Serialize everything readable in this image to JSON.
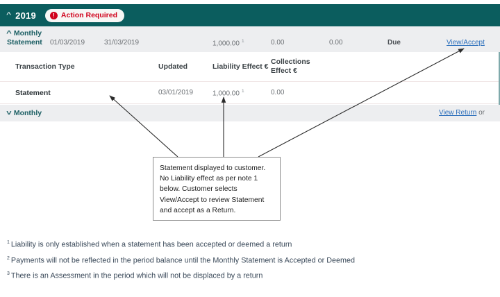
{
  "year_header": {
    "chevron": "chevron-up",
    "year": "2019",
    "badge": {
      "icon_glyph": "!",
      "label": "Action Required",
      "color": "#d0021b"
    },
    "bar_color": "#0b5d5e"
  },
  "summary_row": {
    "chevron": "chevron-up",
    "title_line1": "Monthly",
    "title_line2": "Statement",
    "period_start": "01/03/2019",
    "period_end": "31/03/2019",
    "liability_effect": "1,000.00",
    "liability_effect_sup": "1",
    "collections_effect": "0.00",
    "balance": "0.00",
    "status": "Due",
    "action_link": "View/Accept",
    "link_color": "#2a6ebb"
  },
  "detail_table": {
    "headers": {
      "transaction_type": "Transaction Type",
      "updated": "Updated",
      "liability_effect": "Liability Effect €",
      "collections_effect_l1": "Collections",
      "collections_effect_l2": "Effect €"
    },
    "rows": [
      {
        "transaction_type": "Statement",
        "updated": "03/01/2019",
        "liability_effect": "1,000.00",
        "liability_effect_sup": "1",
        "collections_effect": "0.00"
      }
    ]
  },
  "monthly_collapsed_row": {
    "chevron": "chevron-down",
    "label": "Monthly",
    "action_link": "View Return",
    "action_suffix": "or"
  },
  "callout": {
    "text": "Statement displayed to customer. No Liability effect as per note 1 below. Customer selects View/Accept to review Statement and accept as a Return."
  },
  "footnotes": [
    {
      "marker": "1",
      "text": "Liability is only established when a statement has been accepted or deemed a return"
    },
    {
      "marker": "2",
      "text": "Payments will not be reflected in the period balance until the Monthly Statement is Accepted or Deemed"
    },
    {
      "marker": "3",
      "text": "There is an Assessment in the period which will not be displaced by a return"
    }
  ]
}
